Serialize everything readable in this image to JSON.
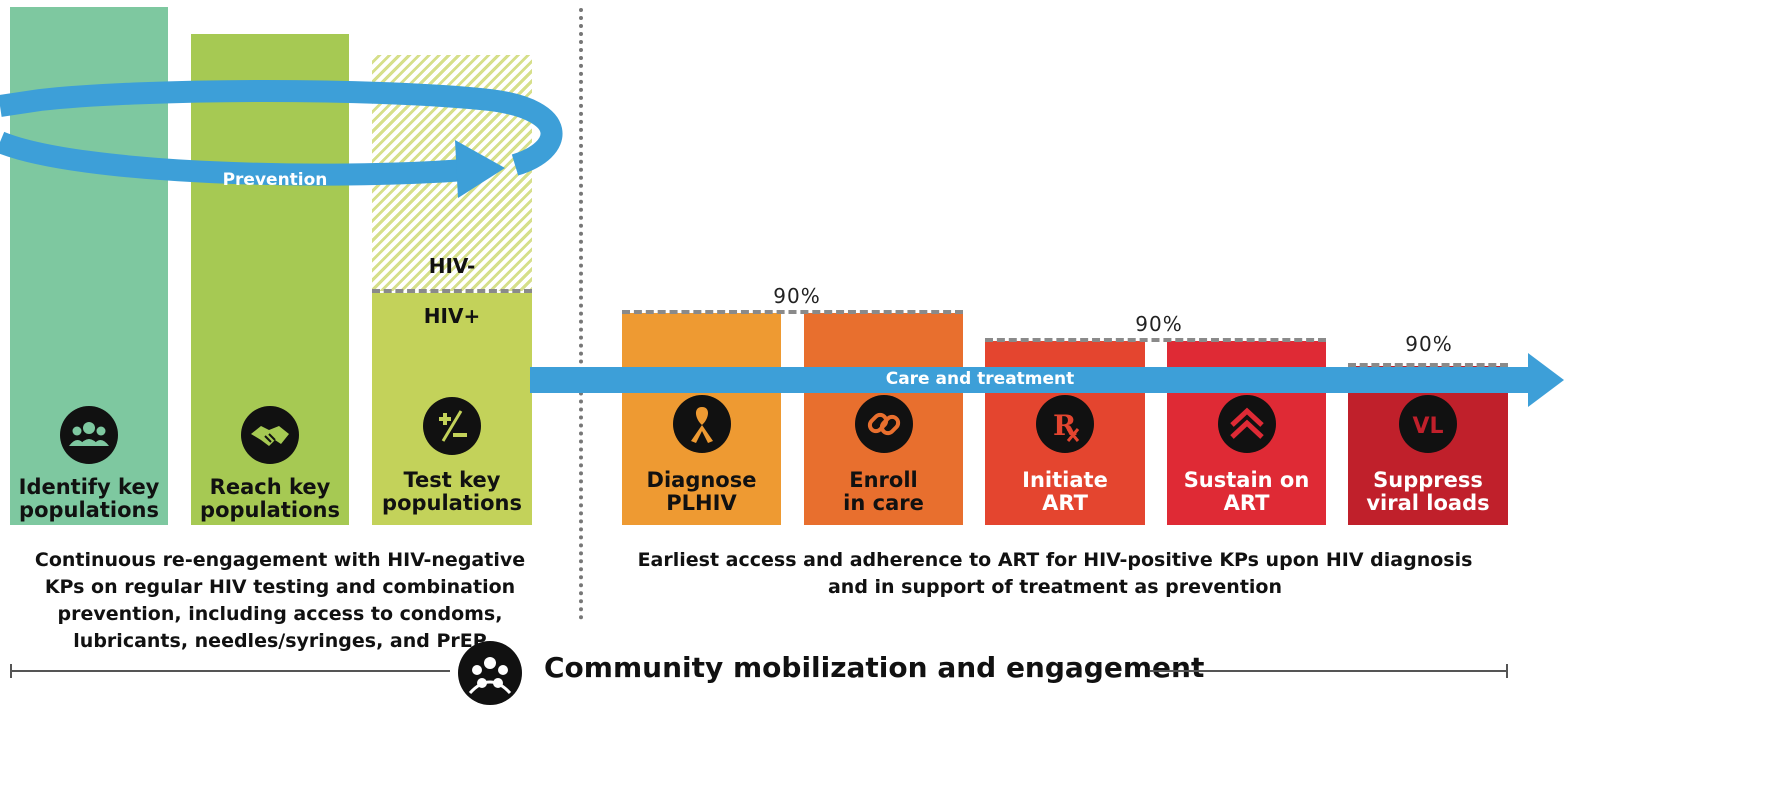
{
  "prevention": {
    "arrow_label": "Prevention",
    "stages": [
      {
        "label_line1": "Identify key",
        "label_line2": "populations",
        "icon": "group-icon",
        "color": "#7ec8a0"
      },
      {
        "label_line1": "Reach key",
        "label_line2": "populations",
        "icon": "handshake-icon",
        "color": "#a6c953"
      },
      {
        "label_line1": "Test key",
        "label_line2": "populations",
        "icon": "plus-minus-icon",
        "color": "#c3d25a"
      }
    ],
    "hiv_negative_label": "HIV-",
    "hiv_positive_label": "HIV+",
    "caption": [
      "Continuous re-engagement with HIV-negative",
      "KPs on regular HIV testing and combination",
      "prevention, including access to condoms,",
      "lubricants, needles/syringes, and PrEP"
    ]
  },
  "care": {
    "arrow_label": "Care and treatment",
    "stages": [
      {
        "label_line1": "Diagnose",
        "label_line2": "PLHIV",
        "icon": "ribbon-icon",
        "color": "#ee9a32"
      },
      {
        "label_line1": "Enroll",
        "label_line2": "in care",
        "icon": "link-icon",
        "color": "#e86f2e"
      },
      {
        "label_line1": "Initiate",
        "label_line2": "ART",
        "icon": "rx-icon",
        "color": "#e4452f"
      },
      {
        "label_line1": "Sustain on",
        "label_line2": "ART",
        "icon": "chevrons-up-icon",
        "color": "#df2a35"
      },
      {
        "label_line1": "Suppress",
        "label_line2": "viral loads",
        "icon": "vl-icon",
        "color": "#c0202b"
      }
    ],
    "targets": [
      "90%",
      "90%",
      "90%"
    ],
    "caption": [
      "Earliest access and adherence to ART for HIV-positive KPs upon HIV diagnosis",
      "and in support of treatment as prevention"
    ]
  },
  "community": {
    "label": "Community mobilization and engagement",
    "icon": "community-icon"
  },
  "colors": {
    "prevention_arrow": "#3d9fd8",
    "care_arrow": "#3d9fd8",
    "divider": "#777777"
  }
}
